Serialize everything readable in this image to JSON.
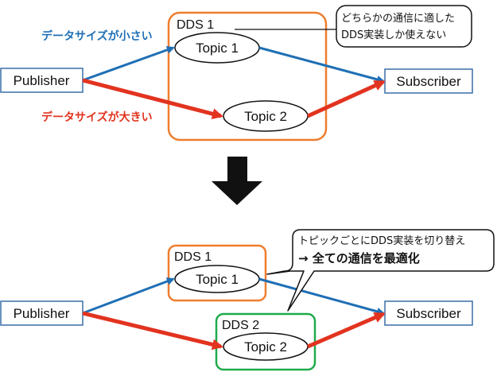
{
  "top": {
    "publisher": "Publisher",
    "subscriber": "Subscriber",
    "dds1": "DDS 1",
    "topic1": "Topic 1",
    "topic2": "Topic 2",
    "small_label": "データサイズが小さい",
    "large_label": "データサイズが大きい",
    "callout_line1": "どちらかの通信に適した",
    "callout_line2": "DDS実装しか使えない"
  },
  "bottom": {
    "publisher": "Publisher",
    "subscriber": "Subscriber",
    "dds1": "DDS 1",
    "dds2": "DDS 2",
    "topic1": "Topic 1",
    "topic2": "Topic 2",
    "callout_line1": "トピックごとにDDS実装を切り替え",
    "callout_line2": "→ 全ての通信を最適化"
  },
  "colors": {
    "blue": "#1f6fb5",
    "red": "#e2331f",
    "orange": "#ef7d2e",
    "green": "#1faa4a",
    "box_border": "#3a6ea5"
  },
  "icons": {
    "transition": "down-arrow-icon"
  }
}
